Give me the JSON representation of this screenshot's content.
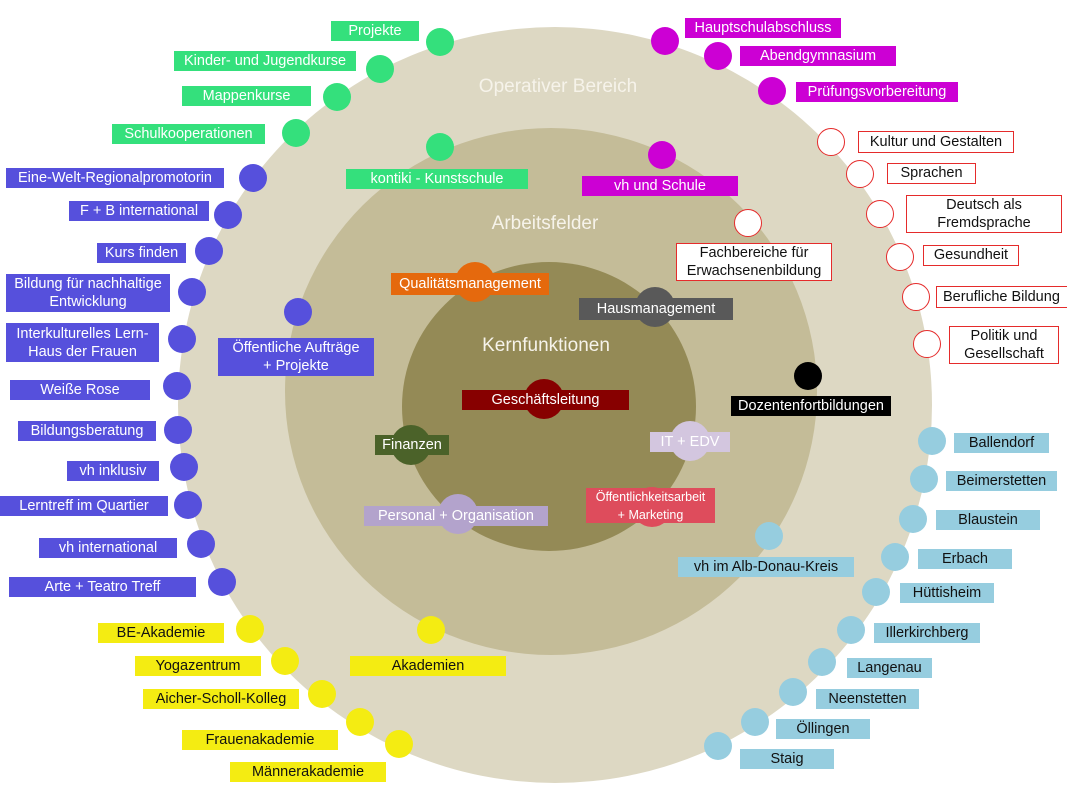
{
  "rings": {
    "outer": {
      "title": "Operativer Bereich",
      "color": "#ddd8c3"
    },
    "middle": {
      "title": "Arbeitsfelder",
      "color": "#c4bc98"
    },
    "inner": {
      "title": "Kernfunktionen",
      "color": "#948a56"
    }
  },
  "kernfunktionen": [
    {
      "label": "Qualitätsmanagement",
      "color": "#e5690d"
    },
    {
      "label": "Hausmanagement",
      "color": "#595959"
    },
    {
      "label": "Geschäftsleitung",
      "color": "#870000"
    },
    {
      "label": "Finanzen",
      "color": "#4b6229"
    },
    {
      "label": "IT + EDV",
      "color": "#d3c6df"
    },
    {
      "label": "Personal + Organisation",
      "color": "#b3a3cc"
    },
    {
      "label": "Öffentlichkeitsarbeit + Marketing",
      "line1": "Öffentlichkeitsarbeit",
      "line2": "+ Marketing",
      "color": "#de4c5c"
    }
  ],
  "arbeitsfelder": [
    {
      "label": "kontiki - Kunstschule",
      "color": "#34e07c"
    },
    {
      "label": "vh und Schule",
      "color": "#cc00d4"
    },
    {
      "label": "Fachbereiche für Erwachsenenbildung",
      "line1": "Fachbereiche für",
      "line2": "Erwachsenenbildung",
      "color": "#ffffff",
      "border": "#e52b2b"
    },
    {
      "label": "Öffentliche Aufträge + Projekte",
      "line1": "Öffentliche Aufträge",
      "line2": "+ Projekte",
      "color": "#5650dc"
    },
    {
      "label": "Dozentenfortbildungen",
      "color": "#000000"
    },
    {
      "label": "vh im Alb-Donau-Kreis",
      "color": "#96cddf"
    },
    {
      "label": "Akademien",
      "color": "#f4ec12"
    }
  ],
  "groups": {
    "kontiki": {
      "color": "#34e07c",
      "items": [
        "Projekte",
        "Kinder- und Jugendkurse",
        "Mappenkurse",
        "Schulkooperationen"
      ]
    },
    "vh_schule": {
      "color": "#cc00d4",
      "items": [
        "Hauptschulabschluss",
        "Abendgymnasium",
        "Prüfungsvorbereitung"
      ]
    },
    "fachbereiche": {
      "color": "#e52b2b",
      "items": [
        "Kultur und Gestalten",
        "Sprachen",
        "Deutsch als Fremdsprache",
        "Gesundheit",
        "Berufliche Bildung",
        "Politik und Gesellschaft"
      ]
    },
    "projekte": {
      "color": "#5650dc",
      "items": [
        "Eine-Welt-Regionalpromotorin",
        "F + B international",
        "Kurs finden",
        "Bildung für nachhaltige Entwicklung",
        "Interkulturelles Lern-Haus der Frauen",
        "Weiße Rose",
        "Bildungsberatung",
        "vh inklusiv",
        "Lerntreff im Quartier",
        "vh international",
        "Arte + Teatro Treff"
      ]
    },
    "akademien": {
      "color": "#f4ec12",
      "items": [
        "BE-Akademie",
        "Yogazentrum",
        "Aicher-Scholl-Kolleg",
        "Frauenakademie",
        "Männerakademie"
      ]
    },
    "alb_donau": {
      "color": "#96cddf",
      "items": [
        "Ballendorf",
        "Beimerstetten",
        "Blaustein",
        "Erbach",
        "Hüttisheim",
        "Illerkirchberg",
        "Langenau",
        "Neenstetten",
        "Öllingen",
        "Staig"
      ]
    }
  },
  "two_line": {
    "deutsch": [
      "Deutsch als",
      "Fremdsprache"
    ],
    "politik": [
      "Politik und",
      "Gesellschaft"
    ],
    "bne": [
      "Bildung für nachhaltige",
      "Entwicklung"
    ],
    "interkult": [
      "Interkulturelles Lern-",
      "Haus der Frauen"
    ]
  }
}
